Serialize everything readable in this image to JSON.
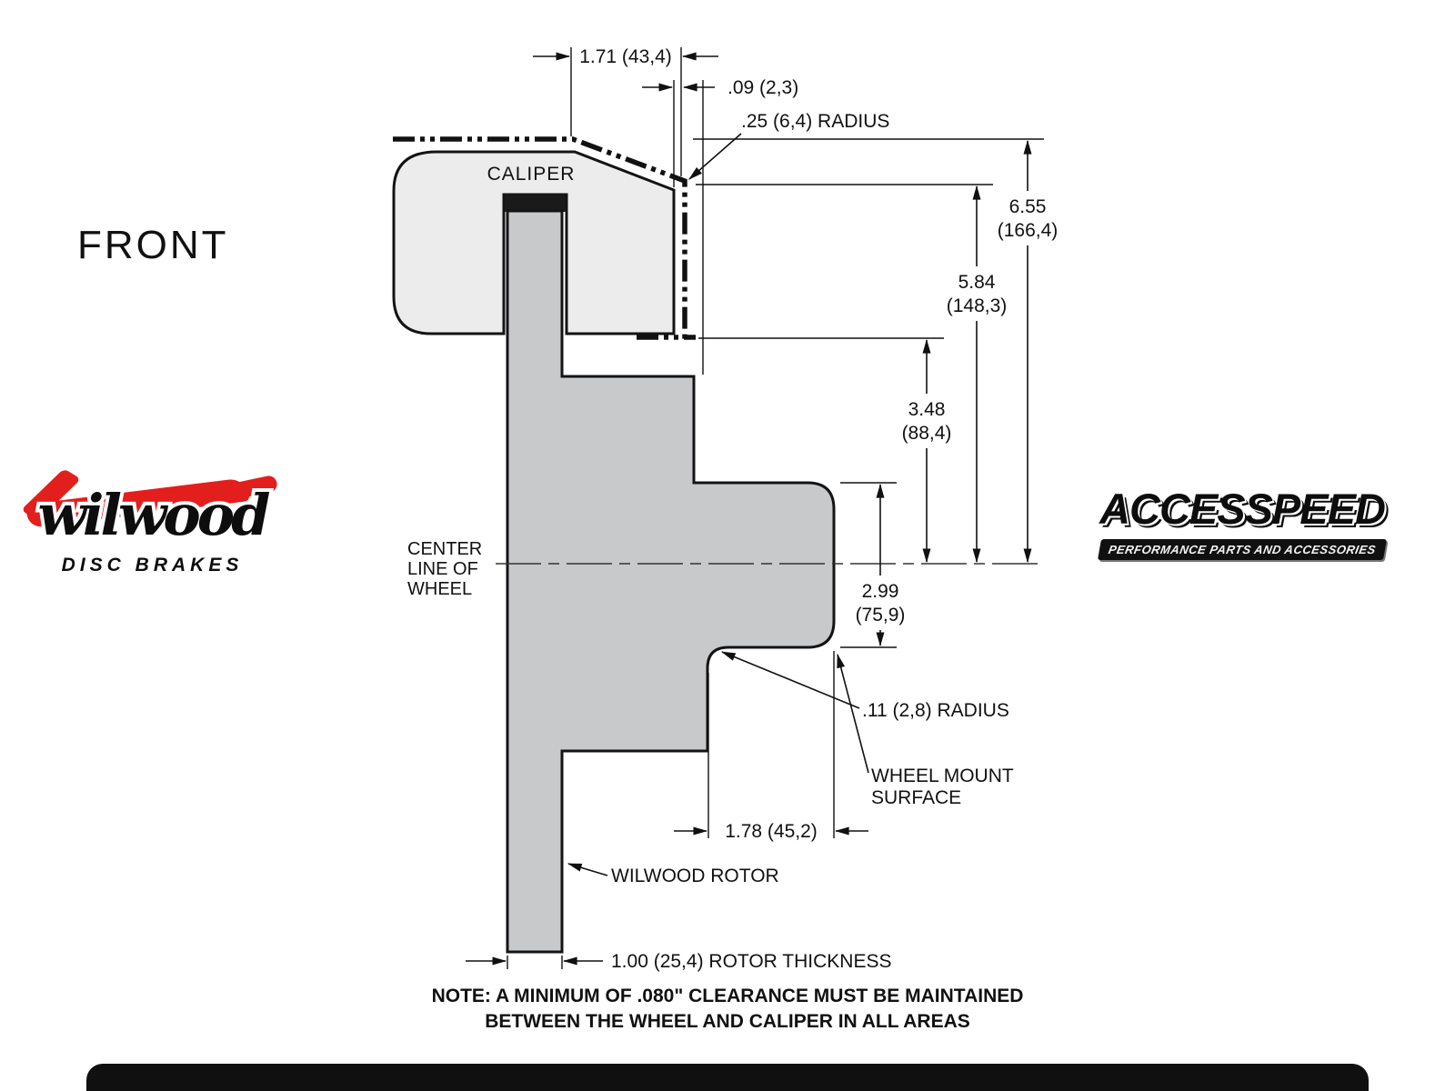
{
  "page": {
    "view_label": "FRONT",
    "note_line1": "NOTE: A MINIMUM OF .080\" CLEARANCE MUST BE MAINTAINED",
    "note_line2": "BETWEEN THE WHEEL AND CALIPER IN ALL AREAS"
  },
  "logos": {
    "wilwood": {
      "wordmark": "wilwood",
      "subtitle": "DISC BRAKES",
      "accent_color": "#e31f1d"
    },
    "accesspeed": {
      "wordmark": "ACCESSPEED",
      "subtitle": "PERFORMANCE PARTS AND ACCESSORIES"
    }
  },
  "diagram": {
    "caliper_label": "CALIPER",
    "centerline": {
      "line1": "CENTER",
      "line2": "LINE OF",
      "line3": "WHEEL"
    },
    "labels": {
      "rotor": "WILWOOD ROTOR",
      "wheel_mount_line1": "WHEEL MOUNT",
      "wheel_mount_line2": "SURFACE"
    },
    "dimensions": {
      "caliper_width": "1.71 (43,4)",
      "wheel_clearance": ".09 (2,3)",
      "top_radius": ".25 (6,4) RADIUS",
      "overall_height_in": "6.55",
      "overall_height_mm": "(166,4)",
      "caliper_height_in": "5.84",
      "caliper_height_mm": "(148,3)",
      "mid_height_in": "3.48",
      "mid_height_mm": "(88,4)",
      "flange_height_in": "2.99",
      "flange_height_mm": "(75,9)",
      "inner_radius": ".11 (2,8) RADIUS",
      "mount_offset": "1.78 (45,2)",
      "rotor_thickness": "1.00 (25,4) ROTOR THICKNESS"
    },
    "colors": {
      "caliper_fill": "#ececec",
      "rotor_fill": "#c7c9cb",
      "line_color": "#141414"
    }
  }
}
